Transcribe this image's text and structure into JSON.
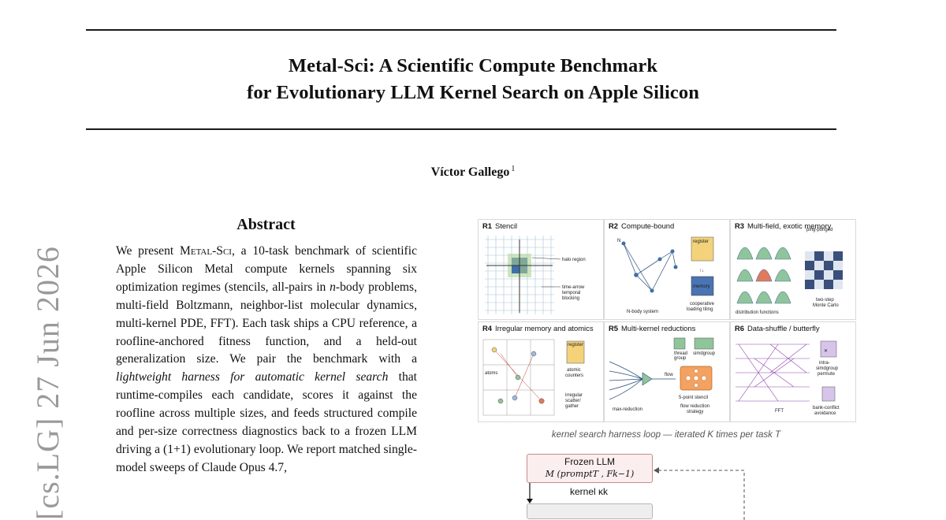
{
  "paper": {
    "title_line_1": "Metal-Sci: A Scientific Compute Benchmark",
    "title_line_2": "for Evolutionary LLM Kernel Search on Apple Silicon",
    "author": "Víctor Gallego",
    "author_affiliation_mark": "1",
    "arxiv_stamp": "[cs.LG]  27 Jun 2026"
  },
  "abstract": {
    "heading": "Abstract",
    "p1_a": "We present ",
    "p1_name": "Metal-Sci",
    "p1_b": ", a 10-task benchmark of scientific Apple Silicon Metal compute kernels spanning six optimization regimes (stencils, all-pairs in ",
    "p1_var": "n",
    "p1_c": "-body problems, multi-field Boltzmann, neighbor-list molecular dynamics, multi-kernel PDE, FFT). Each task ships a CPU reference, a roofline-anchored fitness function, and a held-out generalization size. We pair the benchmark with a ",
    "p1_emph": "lightweight harness for automatic kernel search",
    "p1_d": " that runtime-compiles each candidate, scores it against the roofline across multiple sizes, and feeds structured compile and per-size correctness diagnostics back to a frozen LLM driving a (1+1) evolutionary loop. We report matched single-model sweeps of Claude Opus 4.7,"
  },
  "figure": {
    "panels": [
      {
        "id": "R1",
        "title": "Stencil",
        "labels": [
          "halo region",
          "time-arrow",
          "temporal",
          "blocking"
        ]
      },
      {
        "id": "R2",
        "title": "Compute-bound",
        "labels": [
          "N",
          "register",
          "memory",
          "N-body system",
          "cooperative",
          "loading tiling"
        ]
      },
      {
        "id": "R3",
        "title": "Multi-field, exotic memory",
        "labels": [
          "ping-ponged",
          "distribution functions",
          "two-step",
          "Monte Carlo"
        ]
      },
      {
        "id": "R4",
        "title": "Irregular memory and atomics",
        "labels": [
          "atoms",
          "register",
          "atomic",
          "counters",
          "irregular",
          "scatter/",
          "gather"
        ]
      },
      {
        "id": "R5",
        "title": "Multi-kernel reductions",
        "labels": [
          "thread",
          "group",
          "simdgroup",
          "flow",
          "max-reduction",
          "5-point stencil",
          "flow reduction",
          "strategy"
        ]
      },
      {
        "id": "R6",
        "title": "Data-shuffle / butterfly",
        "labels": [
          "intra-",
          "simdgroup",
          "permute",
          "FFT",
          "bank-conflict",
          "avoidance"
        ]
      }
    ],
    "harness_caption": "kernel search harness loop — iterated K times per task T",
    "llm_box_title": "Frozen LLM",
    "llm_box_formula": "M (promptT , Fk−1)",
    "kernel_label": "kernel κk"
  },
  "colors": {
    "stencil_block": "#7fa89a",
    "stencil_center": "#3f6fa8",
    "halo": "#b9d8a6",
    "register_fill": "#f3d27a",
    "memory_fill": "#4a74b3",
    "gaussian_fill": "#8fc59a",
    "llm_box_fill": "#fbeeee",
    "llm_box_border": "#c98b8b",
    "harness_fill": "#eeeeee"
  }
}
